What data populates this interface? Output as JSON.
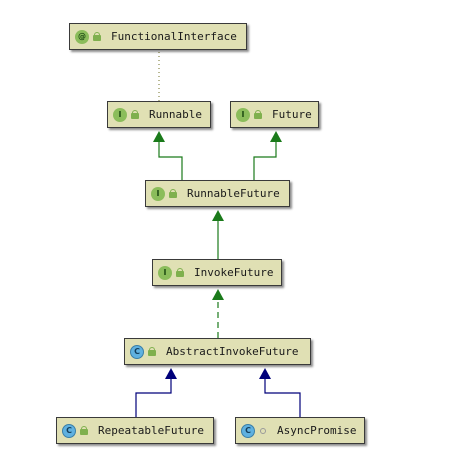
{
  "nodes": [
    {
      "id": "functional-interface",
      "label": "FunctionalInterface",
      "kind": "annotation",
      "icon": "annotation-icon",
      "badge": "@",
      "visibility": "public"
    },
    {
      "id": "runnable",
      "label": "Runnable",
      "kind": "interface",
      "icon": "interface-icon",
      "badge": "I",
      "visibility": "public"
    },
    {
      "id": "future",
      "label": "Future",
      "kind": "interface",
      "icon": "interface-icon",
      "badge": "I",
      "visibility": "public"
    },
    {
      "id": "runnable-future",
      "label": "RunnableFuture",
      "kind": "interface",
      "icon": "interface-icon",
      "badge": "I",
      "visibility": "public"
    },
    {
      "id": "invoke-future",
      "label": "InvokeFuture",
      "kind": "interface",
      "icon": "interface-icon",
      "badge": "I",
      "visibility": "public"
    },
    {
      "id": "abstract-invoke-future",
      "label": "AbstractInvokeFuture",
      "kind": "class",
      "icon": "class-icon",
      "badge": "C",
      "visibility": "public"
    },
    {
      "id": "repeatable-future",
      "label": "RepeatableFuture",
      "kind": "class",
      "icon": "class-icon",
      "badge": "C",
      "visibility": "public"
    },
    {
      "id": "async-promise",
      "label": "AsyncPromise",
      "kind": "class",
      "icon": "class-icon",
      "badge": "C",
      "visibility": "package"
    }
  ],
  "edges": [
    {
      "from": "runnable",
      "to": "functional-interface",
      "type": "annotation"
    },
    {
      "from": "runnable-future",
      "to": "runnable",
      "type": "extends-interface"
    },
    {
      "from": "runnable-future",
      "to": "future",
      "type": "extends-interface"
    },
    {
      "from": "invoke-future",
      "to": "runnable-future",
      "type": "extends-interface"
    },
    {
      "from": "abstract-invoke-future",
      "to": "invoke-future",
      "type": "implements"
    },
    {
      "from": "repeatable-future",
      "to": "abstract-invoke-future",
      "type": "extends-class"
    },
    {
      "from": "async-promise",
      "to": "abstract-invoke-future",
      "type": "extends-class"
    }
  ],
  "colors": {
    "node_fill": "#e0e0b4",
    "node_border": "#3a3a3a",
    "interface_edge": "#1a7a1a",
    "class_edge": "#00007a",
    "annotation_edge": "#8a8a4a",
    "interface_badge": "#8bbd5b",
    "class_badge": "#5fb1e0"
  }
}
